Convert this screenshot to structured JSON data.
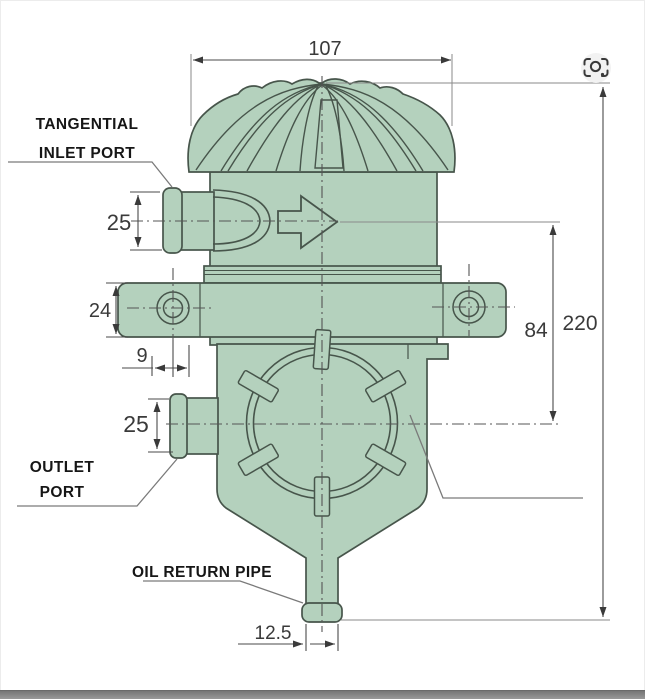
{
  "labels": {
    "tangential_line1": "TANGENTIAL",
    "tangential_line2": "INLET PORT",
    "outlet_line1": "OUTLET",
    "outlet_line2": "PORT",
    "oil_return_pipe": "OIL RETURN PIPE"
  },
  "dimensions": {
    "top_width": "107",
    "inlet_port_size": "25",
    "bracket_height": "24",
    "bracket_hole_offset": "9",
    "outlet_port_size": "25",
    "inlet_to_outlet_height": "84",
    "overall_height": "220",
    "return_pipe_size": "12.5"
  },
  "icons": {
    "lens_search": "image-search-lens-icon"
  },
  "colors": {
    "body_fill": "#b4d1bd",
    "outline": "#47554b",
    "dimension_text": "#3a3a3a",
    "bottom_bar": "#8d8d8d"
  }
}
